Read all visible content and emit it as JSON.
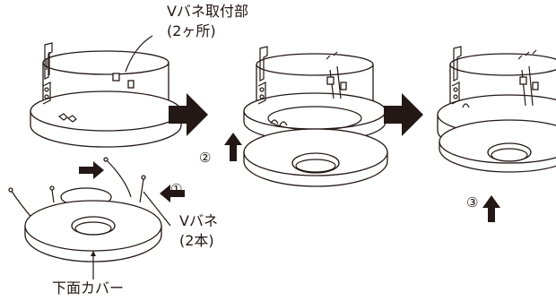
{
  "labels": {
    "v_spring_mount_line1": "Vバネ取付部",
    "v_spring_mount_line2": "(2ヶ所)",
    "v_spring_line1": "Vバネ",
    "v_spring_line2": "(2本)",
    "lower_cover": "下面カバー"
  },
  "steps": {
    "step1": "①",
    "step2": "②",
    "step3": "③"
  },
  "colors": {
    "ink": "#231815",
    "paper": "#ffffff"
  }
}
